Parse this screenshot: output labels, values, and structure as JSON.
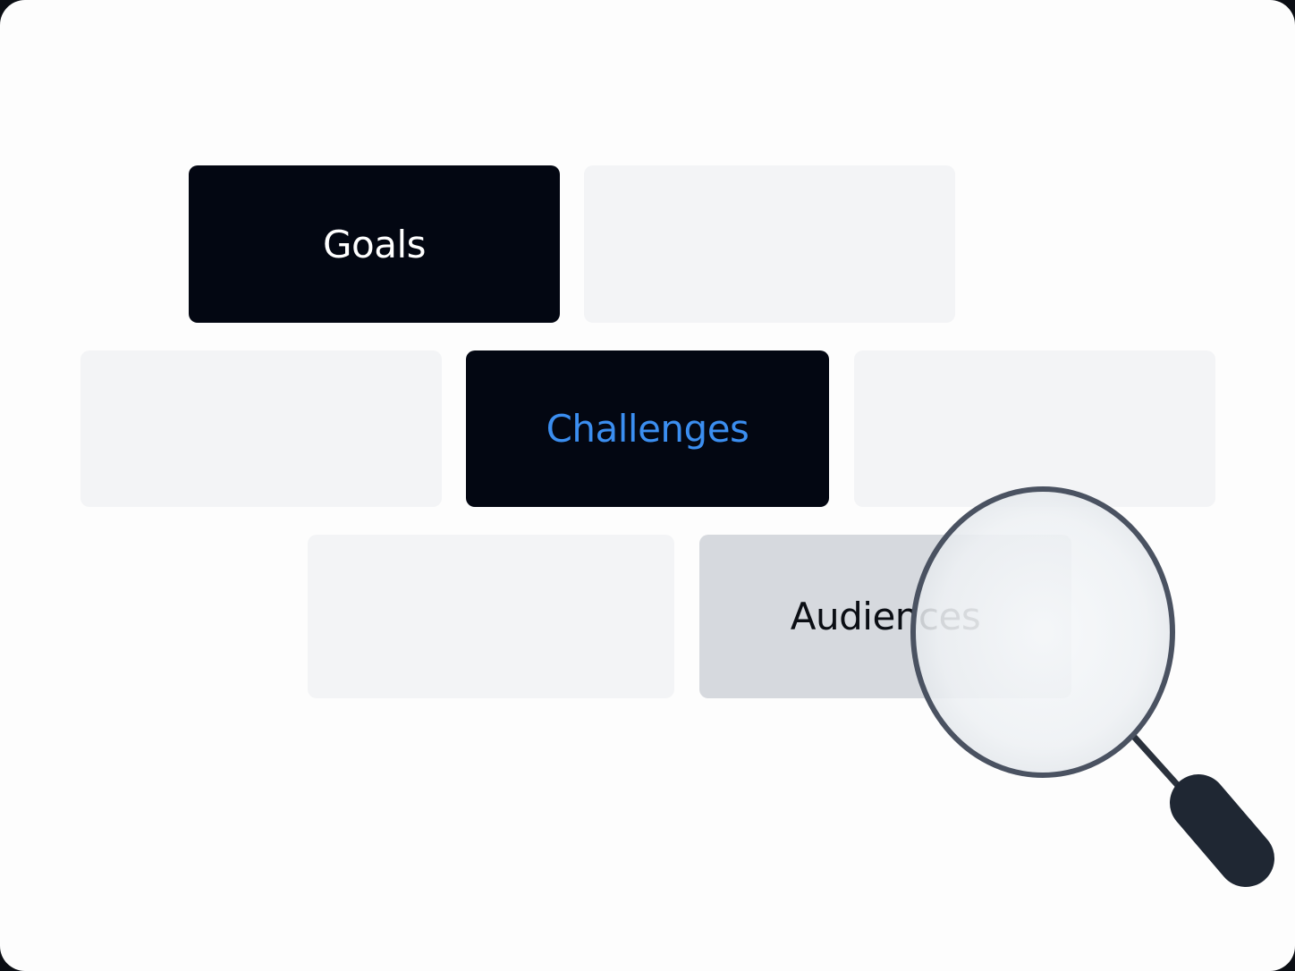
{
  "tiles": {
    "goals": "Goals",
    "challenges": "Challenges",
    "audiences": "Audiences"
  },
  "colors": {
    "background": "#fdfdfd",
    "tile_empty": "#f3f4f6",
    "tile_dark": "#030712",
    "tile_muted": "#d6d9de",
    "accent_blue": "#3b8ef0",
    "magnifier": "#4a5261",
    "magnifier_handle": "#1f2733"
  },
  "icons": {
    "magnifier": "magnifying-glass-icon"
  }
}
